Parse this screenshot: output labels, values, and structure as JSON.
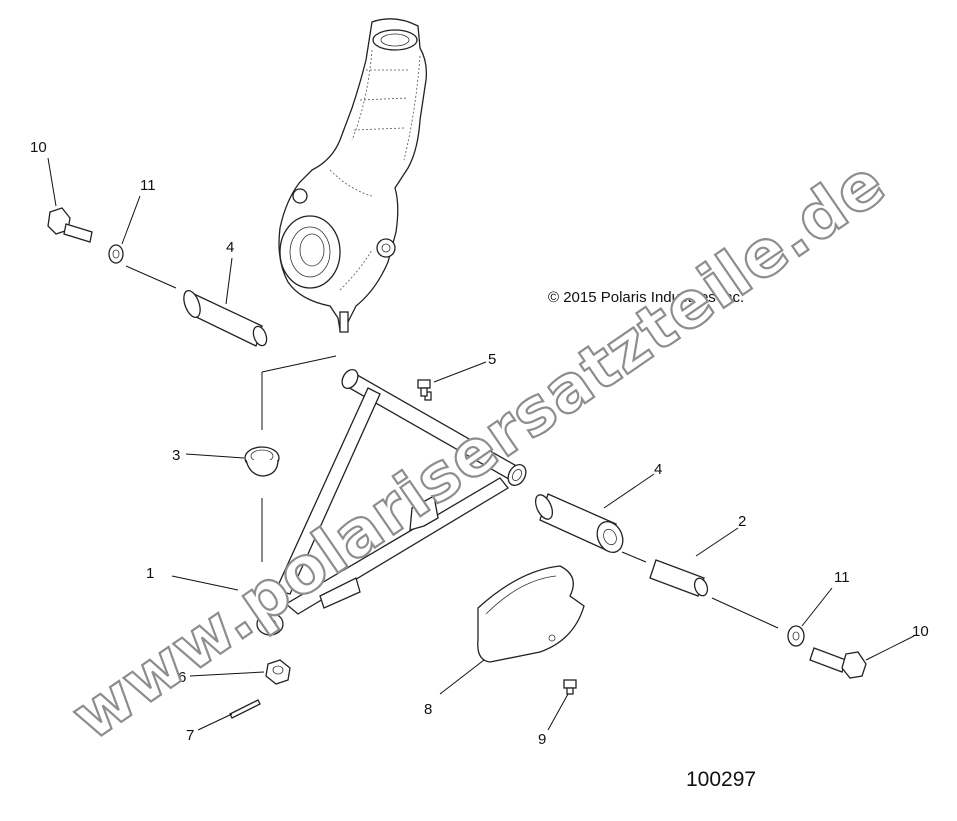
{
  "diagram": {
    "copyright": "© 2015 Polaris Industries Inc.",
    "drawing_number": "100297",
    "watermark": "www.polarisersatzteile.de",
    "callouts": {
      "c1": "1",
      "c2": "2",
      "c3": "3",
      "c4a": "4",
      "c4b": "4",
      "c5": "5",
      "c6": "6",
      "c7": "7",
      "c8": "8",
      "c9": "9",
      "c10a": "10",
      "c10b": "10",
      "c11a": "11",
      "c11b": "11"
    }
  }
}
